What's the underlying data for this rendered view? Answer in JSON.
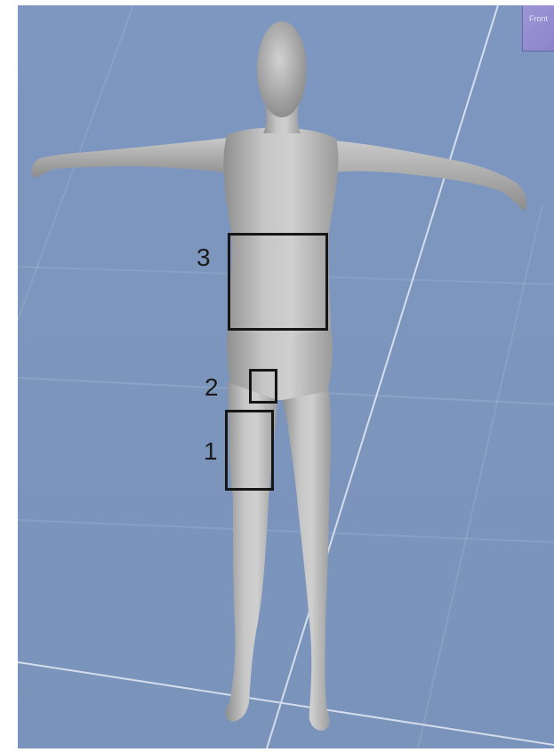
{
  "viewport": {
    "background": "#7c95bd",
    "grid_color": "#dfe6f1"
  },
  "view_cube": {
    "label": "Front",
    "color": "#9088cf"
  },
  "model": {
    "icon": "human-figure-icon",
    "skin_color": "#b9b9b9"
  },
  "regions": [
    {
      "label": "1"
    },
    {
      "label": "2"
    },
    {
      "label": "3"
    }
  ]
}
